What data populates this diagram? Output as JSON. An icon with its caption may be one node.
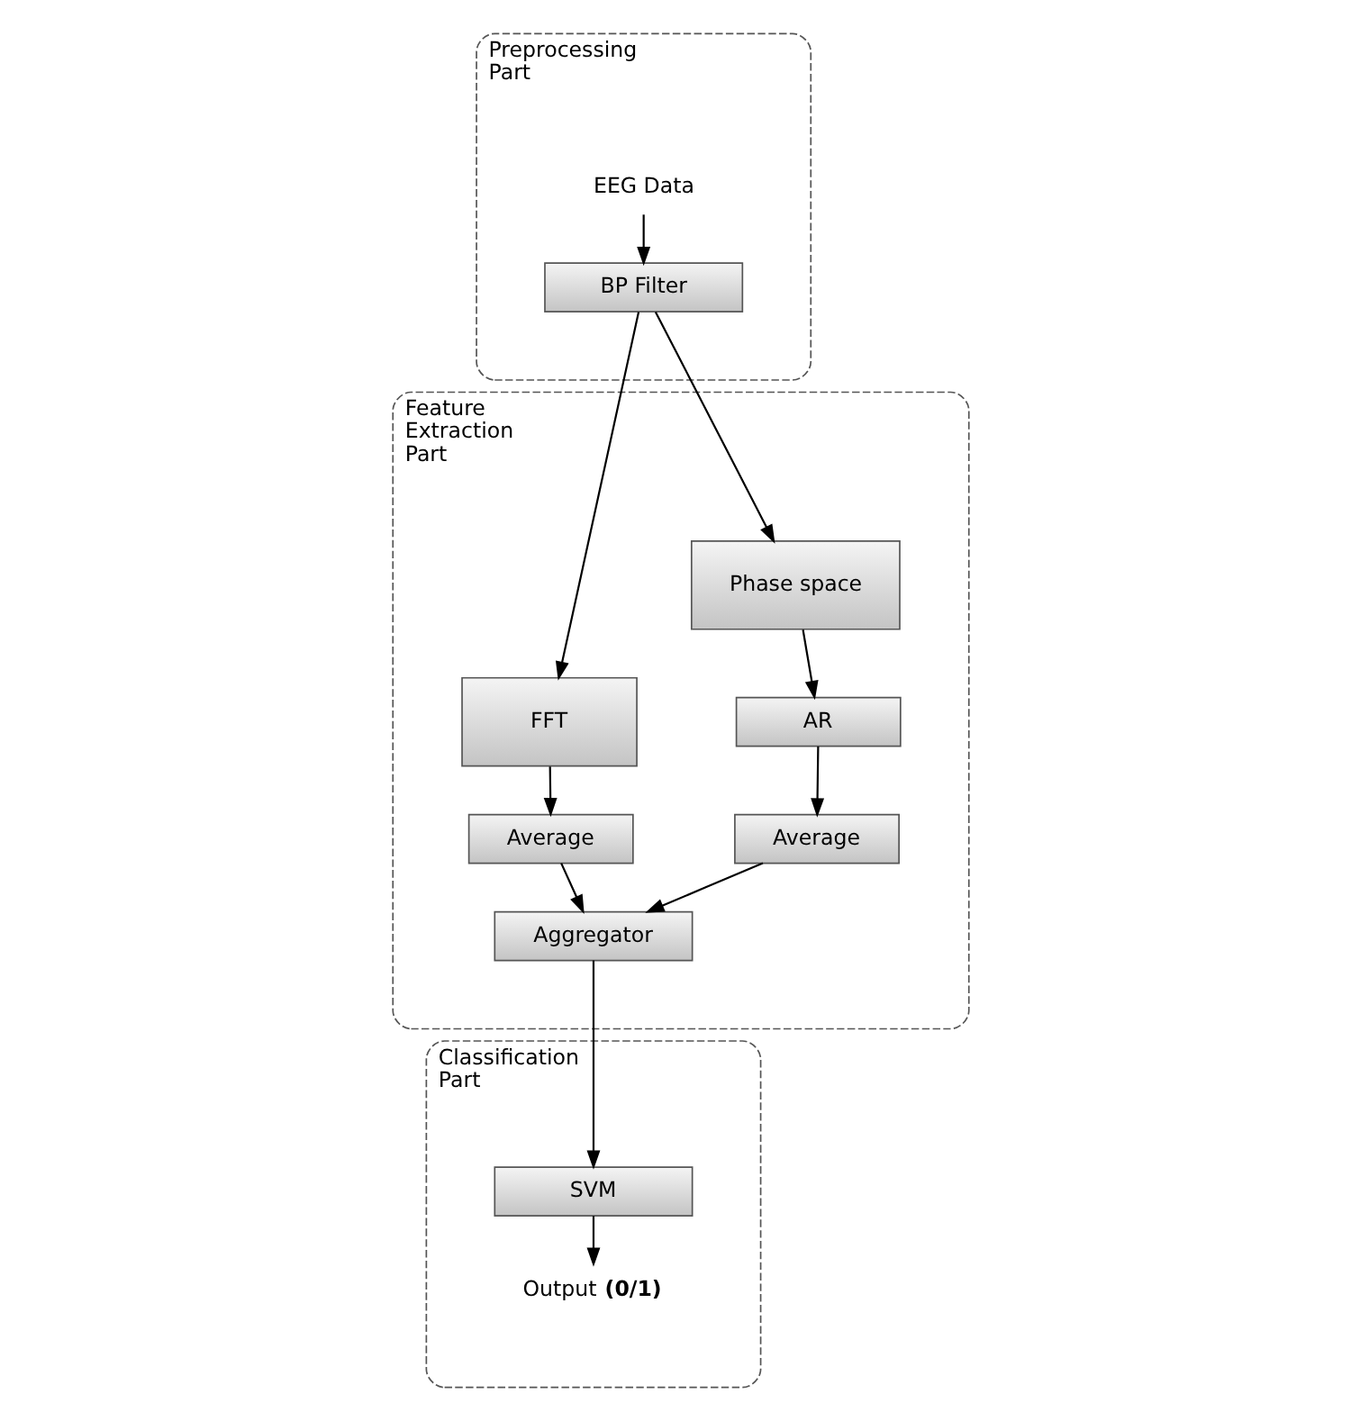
{
  "diagram": {
    "nodes": [
      {
        "text": [
          "Preprocessing Part"
        ]
      },
      {
        "text": [
          "EEG Data"
        ],
        "in": 0
      },
      {
        "text": [
          "BP Filter"
        ],
        "in": 0
      },
      {
        "text": [
          "Feature Extraction Part"
        ]
      },
      {
        "text": [
          "FFT"
        ],
        "in": 3
      },
      {
        "text": [
          "Phase space"
        ],
        "in": 3
      },
      {
        "text": [
          "AR"
        ],
        "in": 3
      },
      {
        "text": [
          "Average"
        ],
        "in": 3
      },
      {
        "text": [
          "Average"
        ],
        "in": 3
      },
      {
        "text": [
          "Aggregator"
        ],
        "in": 3
      },
      {
        "text": [
          "Classification Part"
        ]
      },
      {
        "text": [
          "SVM"
        ],
        "in": 10
      },
      {
        "text": [
          "Output **(0/1)**"
        ],
        "in": 10
      }
    ],
    "edges": [
      {
        "from": 1,
        "to": 2,
        "arrow": "to"
      },
      {
        "from": 2,
        "to": 4,
        "arrow": "to"
      },
      {
        "from": 2,
        "to": 5,
        "arrow": "to"
      },
      {
        "from": 4,
        "to": 7,
        "arrow": "to"
      },
      {
        "from": 5,
        "to": 6,
        "arrow": "to"
      },
      {
        "from": 6,
        "to": 8,
        "arrow": "to"
      },
      {
        "from": 7,
        "to": 9,
        "arrow": "to"
      },
      {
        "from": 8,
        "to": 9,
        "arrow": "to"
      },
      {
        "from": 9,
        "to": 11,
        "arrow": "to"
      },
      {
        "from": 11,
        "to": 12,
        "arrow": "to"
      }
    ]
  }
}
